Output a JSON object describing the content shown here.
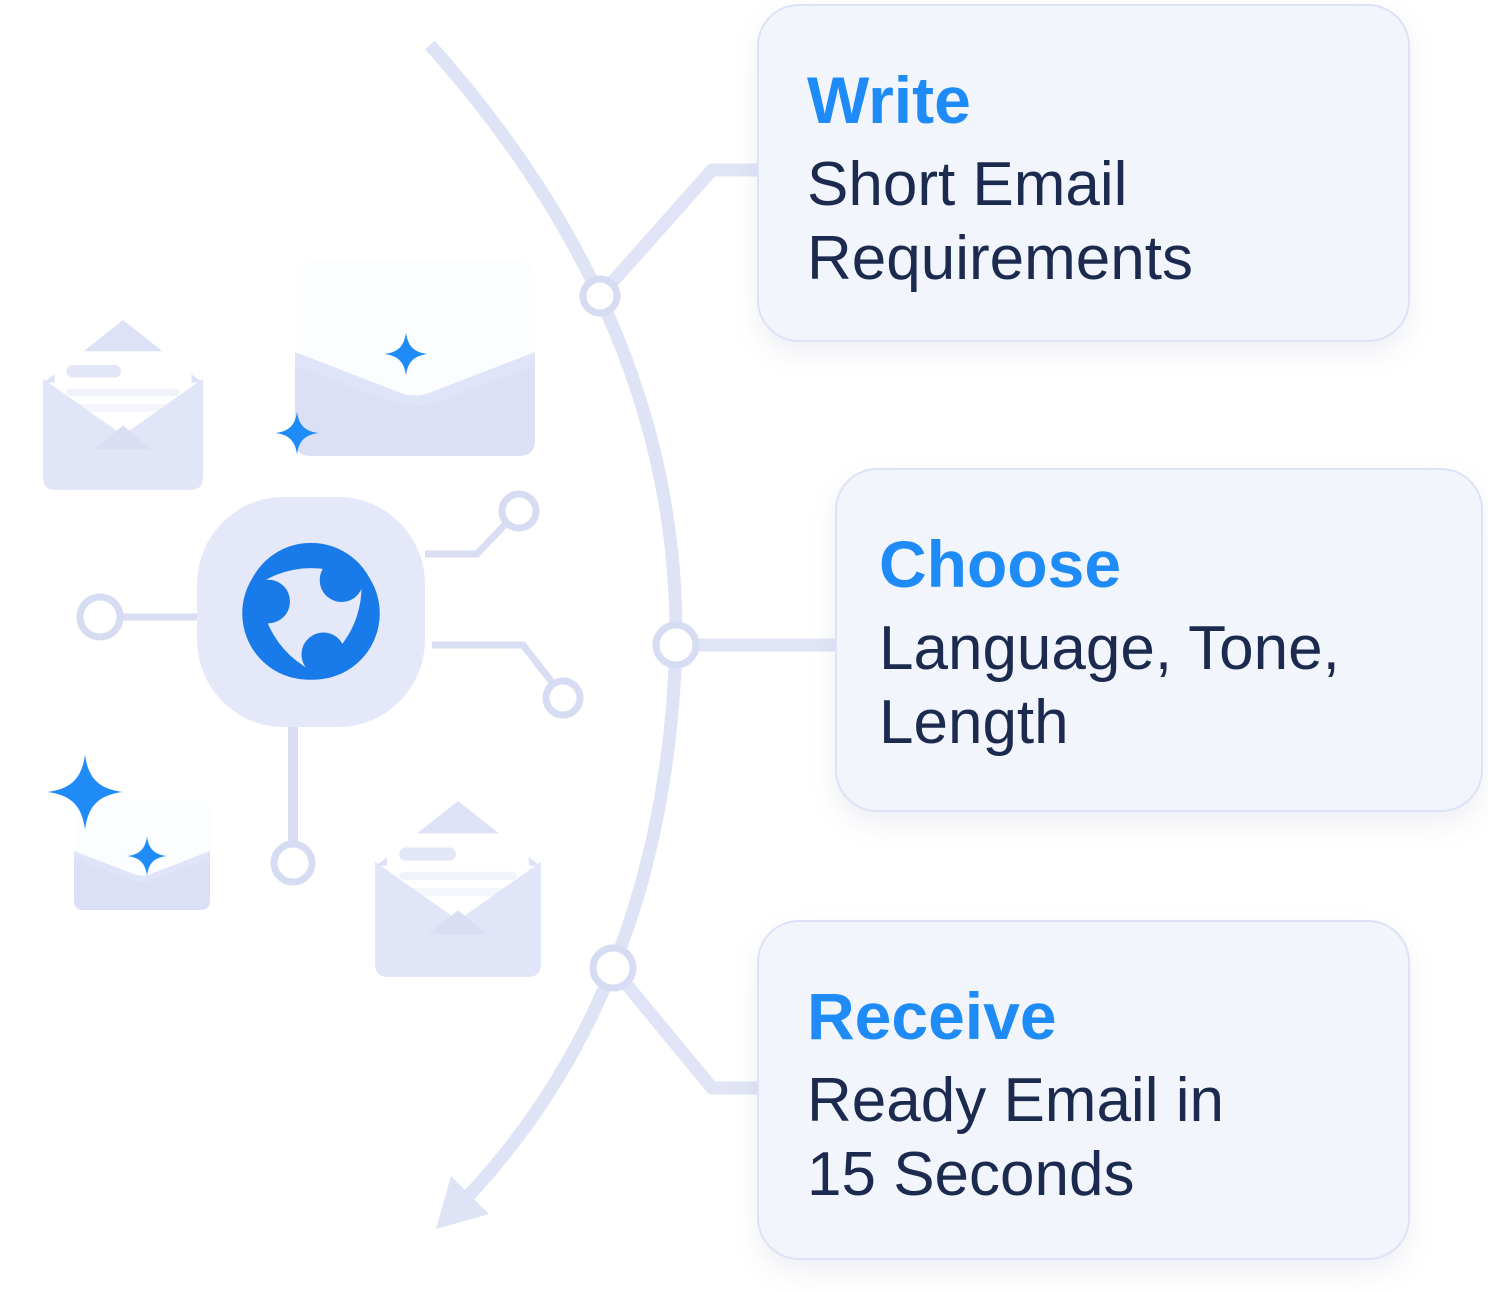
{
  "diagram": {
    "title_hint": "AI email writing flow",
    "steps": [
      {
        "title": "Write",
        "lines": [
          "Short Email",
          "Requirements"
        ]
      },
      {
        "title": "Choose",
        "lines": [
          "Language, Tone,",
          "Length"
        ]
      },
      {
        "title": "Receive",
        "lines": [
          "Ready Email in",
          "15 Seconds"
        ]
      }
    ],
    "icons": [
      "swirl-logo-icon",
      "envelope-open-icon",
      "envelope-closed-icon",
      "sparkle-icon",
      "flow-arrow-icon",
      "connector-node-icon"
    ],
    "colors": {
      "accent_blue": "#1E8BF7",
      "logo_blue": "#197BE9",
      "text_navy": "#1B2A4E",
      "card_bg": "#F2F5FC",
      "card_border": "#DDE2F6",
      "lavender": "#E0E4F8",
      "lavender_deep": "#D9DEF3",
      "flow_line": "#DFE3F6"
    }
  }
}
